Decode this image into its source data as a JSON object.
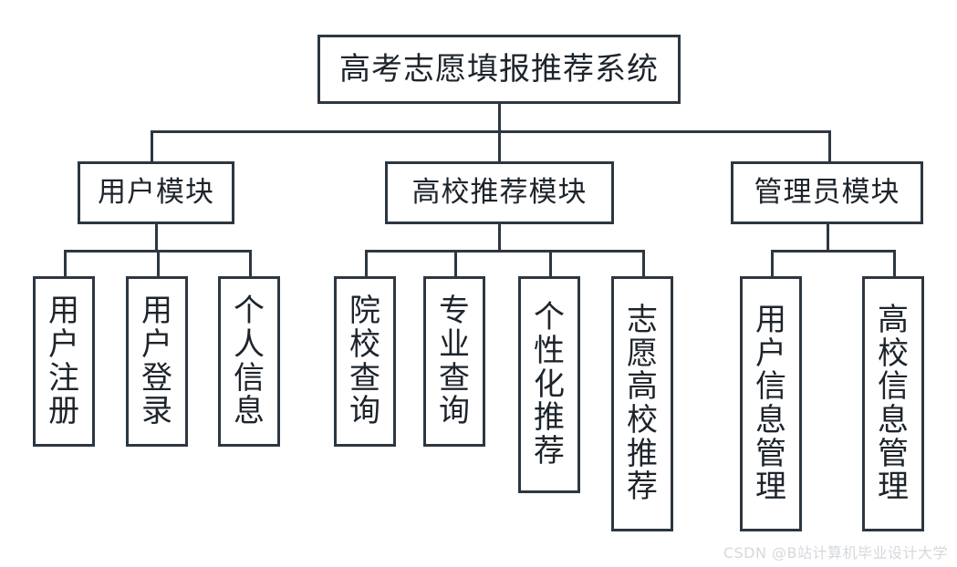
{
  "diagram": {
    "type": "tree",
    "title": "高考志愿填报推荐系统",
    "root": {
      "label": "高考志愿填报推荐系统"
    },
    "modules": [
      {
        "label": "用户模块"
      },
      {
        "label": "高校推荐模块"
      },
      {
        "label": "管理员模块"
      }
    ],
    "leaves": {
      "user": [
        {
          "label": "用\n户\n注\n册"
        },
        {
          "label": "用\n户\n登\n录"
        },
        {
          "label": "个\n人\n信\n息"
        }
      ],
      "recommend": [
        {
          "label": "院\n校\n查\n询"
        },
        {
          "label": "专\n业\n查\n询"
        },
        {
          "label": "个\n性\n化\n推\n荐"
        },
        {
          "label": "志\n愿\n高\n校\n推\n荐"
        }
      ],
      "admin": [
        {
          "label": "用\n户\n信\n息\n管\n理"
        },
        {
          "label": "高\n校\n信\n息\n管\n理"
        }
      ]
    },
    "watermark": "CSDN @B站计算机毕业设计大学",
    "colors": {
      "border": "#2d3741",
      "text": "#1d242b",
      "background": "#ffffff",
      "watermark": "#d5d8dc"
    }
  }
}
